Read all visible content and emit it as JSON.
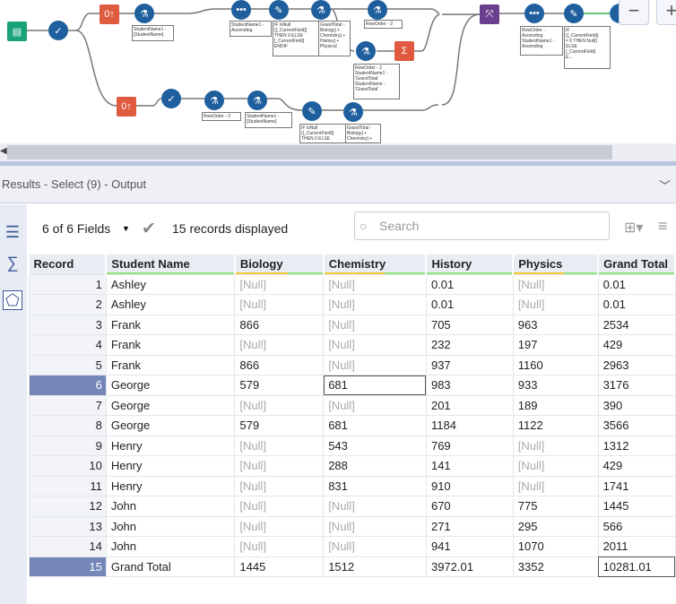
{
  "canvas": {
    "annotations": {
      "a1": "StudentName1 -\n[StudentName]",
      "a2": "StudentName1 -\nAscending",
      "a3": "IF IsNull\n([_CurrentField])\nTHEN 0 ELSE\n[_CurrentField]\nENDIF",
      "a4": "GrandTotal -\nBiology] +\nChemistry] +\nHistory] +\nPhysics]",
      "a5": "RowOrder - 2",
      "a6": "RowOrder - 2\nStudentName1 -\n'GrandTotal'\nStudentName -\n'GrandTotal'",
      "a7": "RowOrder -\nAscending\nStudentName1 -\nAscending",
      "a8": "IF\n([_CurrentField])\n= 0 THEN Null()\nELSE\n[_CurrentField]\nE...",
      "a9": "RowOrder - 2",
      "a10": "StudentName1 -\n[StudentName]",
      "a11": "IF IsNull\n([_CurrentField])\nTHEN 0 ELSE",
      "a12": "GrandTotal -\nBiology] +\nChemistry] +"
    },
    "zoom_out": "−",
    "zoom_in": "+"
  },
  "results": {
    "title": "Results - Select (9) - Output"
  },
  "toolbar": {
    "fields": "6 of 6 Fields",
    "records": "15 records displayed",
    "search_placeholder": "Search"
  },
  "table": {
    "columns": [
      "Record",
      "Student Name",
      "Biology",
      "Chemistry",
      "History",
      "Physics",
      "Grand Total"
    ],
    "rows": [
      [
        "1",
        "Ashley",
        "[Null]",
        "[Null]",
        "0.01",
        "[Null]",
        "0.01"
      ],
      [
        "2",
        "Ashley",
        "[Null]",
        "[Null]",
        "0.01",
        "[Null]",
        "0.01"
      ],
      [
        "3",
        "Frank",
        "866",
        "[Null]",
        "705",
        "963",
        "2534"
      ],
      [
        "4",
        "Frank",
        "[Null]",
        "[Null]",
        "232",
        "197",
        "429"
      ],
      [
        "5",
        "Frank",
        "866",
        "[Null]",
        "937",
        "1160",
        "2963"
      ],
      [
        "6",
        "George",
        "579",
        "681",
        "983",
        "933",
        "3176"
      ],
      [
        "7",
        "George",
        "[Null]",
        "[Null]",
        "201",
        "189",
        "390"
      ],
      [
        "8",
        "George",
        "579",
        "681",
        "1184",
        "1122",
        "3566"
      ],
      [
        "9",
        "Henry",
        "[Null]",
        "543",
        "769",
        "[Null]",
        "1312"
      ],
      [
        "10",
        "Henry",
        "[Null]",
        "288",
        "141",
        "[Null]",
        "429"
      ],
      [
        "11",
        "Henry",
        "[Null]",
        "831",
        "910",
        "[Null]",
        "1741"
      ],
      [
        "12",
        "John",
        "[Null]",
        "[Null]",
        "670",
        "775",
        "1445"
      ],
      [
        "13",
        "John",
        "[Null]",
        "[Null]",
        "271",
        "295",
        "566"
      ],
      [
        "14",
        "John",
        "[Null]",
        "[Null]",
        "941",
        "1070",
        "2011"
      ],
      [
        "15",
        "Grand Total",
        "1445",
        "1512",
        "3972.01",
        "3352",
        "10281.01"
      ]
    ],
    "selected_records": [
      "6",
      "15"
    ]
  }
}
